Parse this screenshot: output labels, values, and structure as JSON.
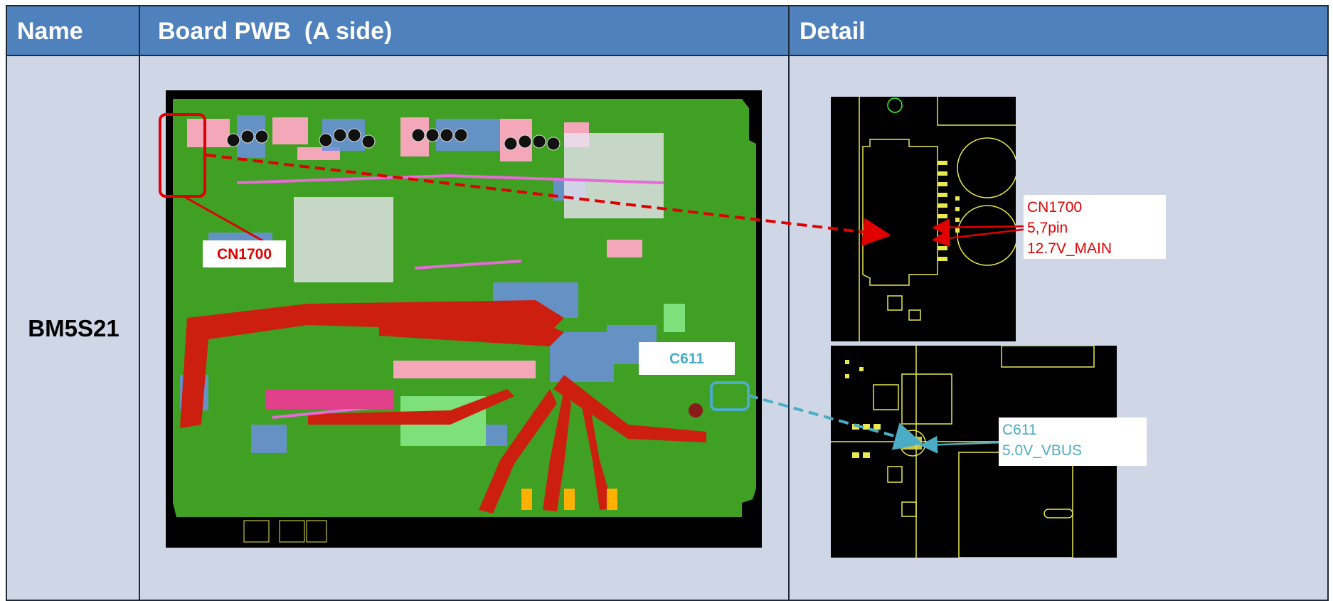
{
  "table": {
    "headers": {
      "name": "Name",
      "board": "Board PWB  (A side)",
      "detail": "Detail"
    },
    "row": {
      "model": "BM5S21"
    }
  },
  "callouts": {
    "board_cn1700": "CN1700",
    "board_c611": "C611",
    "detail_cn1700": {
      "line1": "CN1700",
      "line2": "5,7pin",
      "line3": "12.7V_MAIN"
    },
    "detail_c611": {
      "line1": "C611",
      "line2": "5.0V_VBUS"
    }
  },
  "colors": {
    "header_bg": "#4f81bd",
    "cell_bg": "#cfd6e6",
    "pcb_green": "#3fa024",
    "highlight_red": "#e00000",
    "highlight_blue": "#4bacc6"
  }
}
